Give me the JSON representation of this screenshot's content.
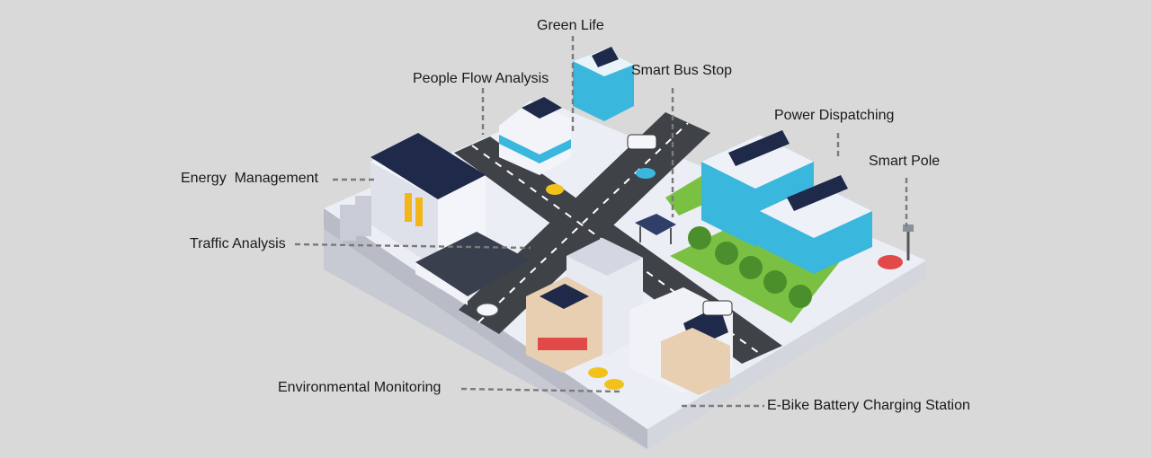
{
  "labels": {
    "green_life": "Green Life",
    "people_flow": "People Flow Analysis",
    "smart_bus_stop": "Smart Bus Stop",
    "power_dispatching": "Power Dispatching",
    "smart_pole": "Smart Pole",
    "energy_management": "Energy  Management",
    "traffic_analysis": "Traffic Analysis",
    "environmental_monitoring": "Environmental Monitoring",
    "ebike_charging": "E-Bike Battery Charging Station"
  },
  "colors": {
    "background": "#d9d9d9",
    "road": "#3f4347",
    "platform": "#eceef5",
    "glass": "#3ab7dd",
    "grass": "#7ac143",
    "tree": "#4a8f2c",
    "taxi": "#f2c21b",
    "solar": "#1f2a4a",
    "leader": "#7a7a7a"
  }
}
